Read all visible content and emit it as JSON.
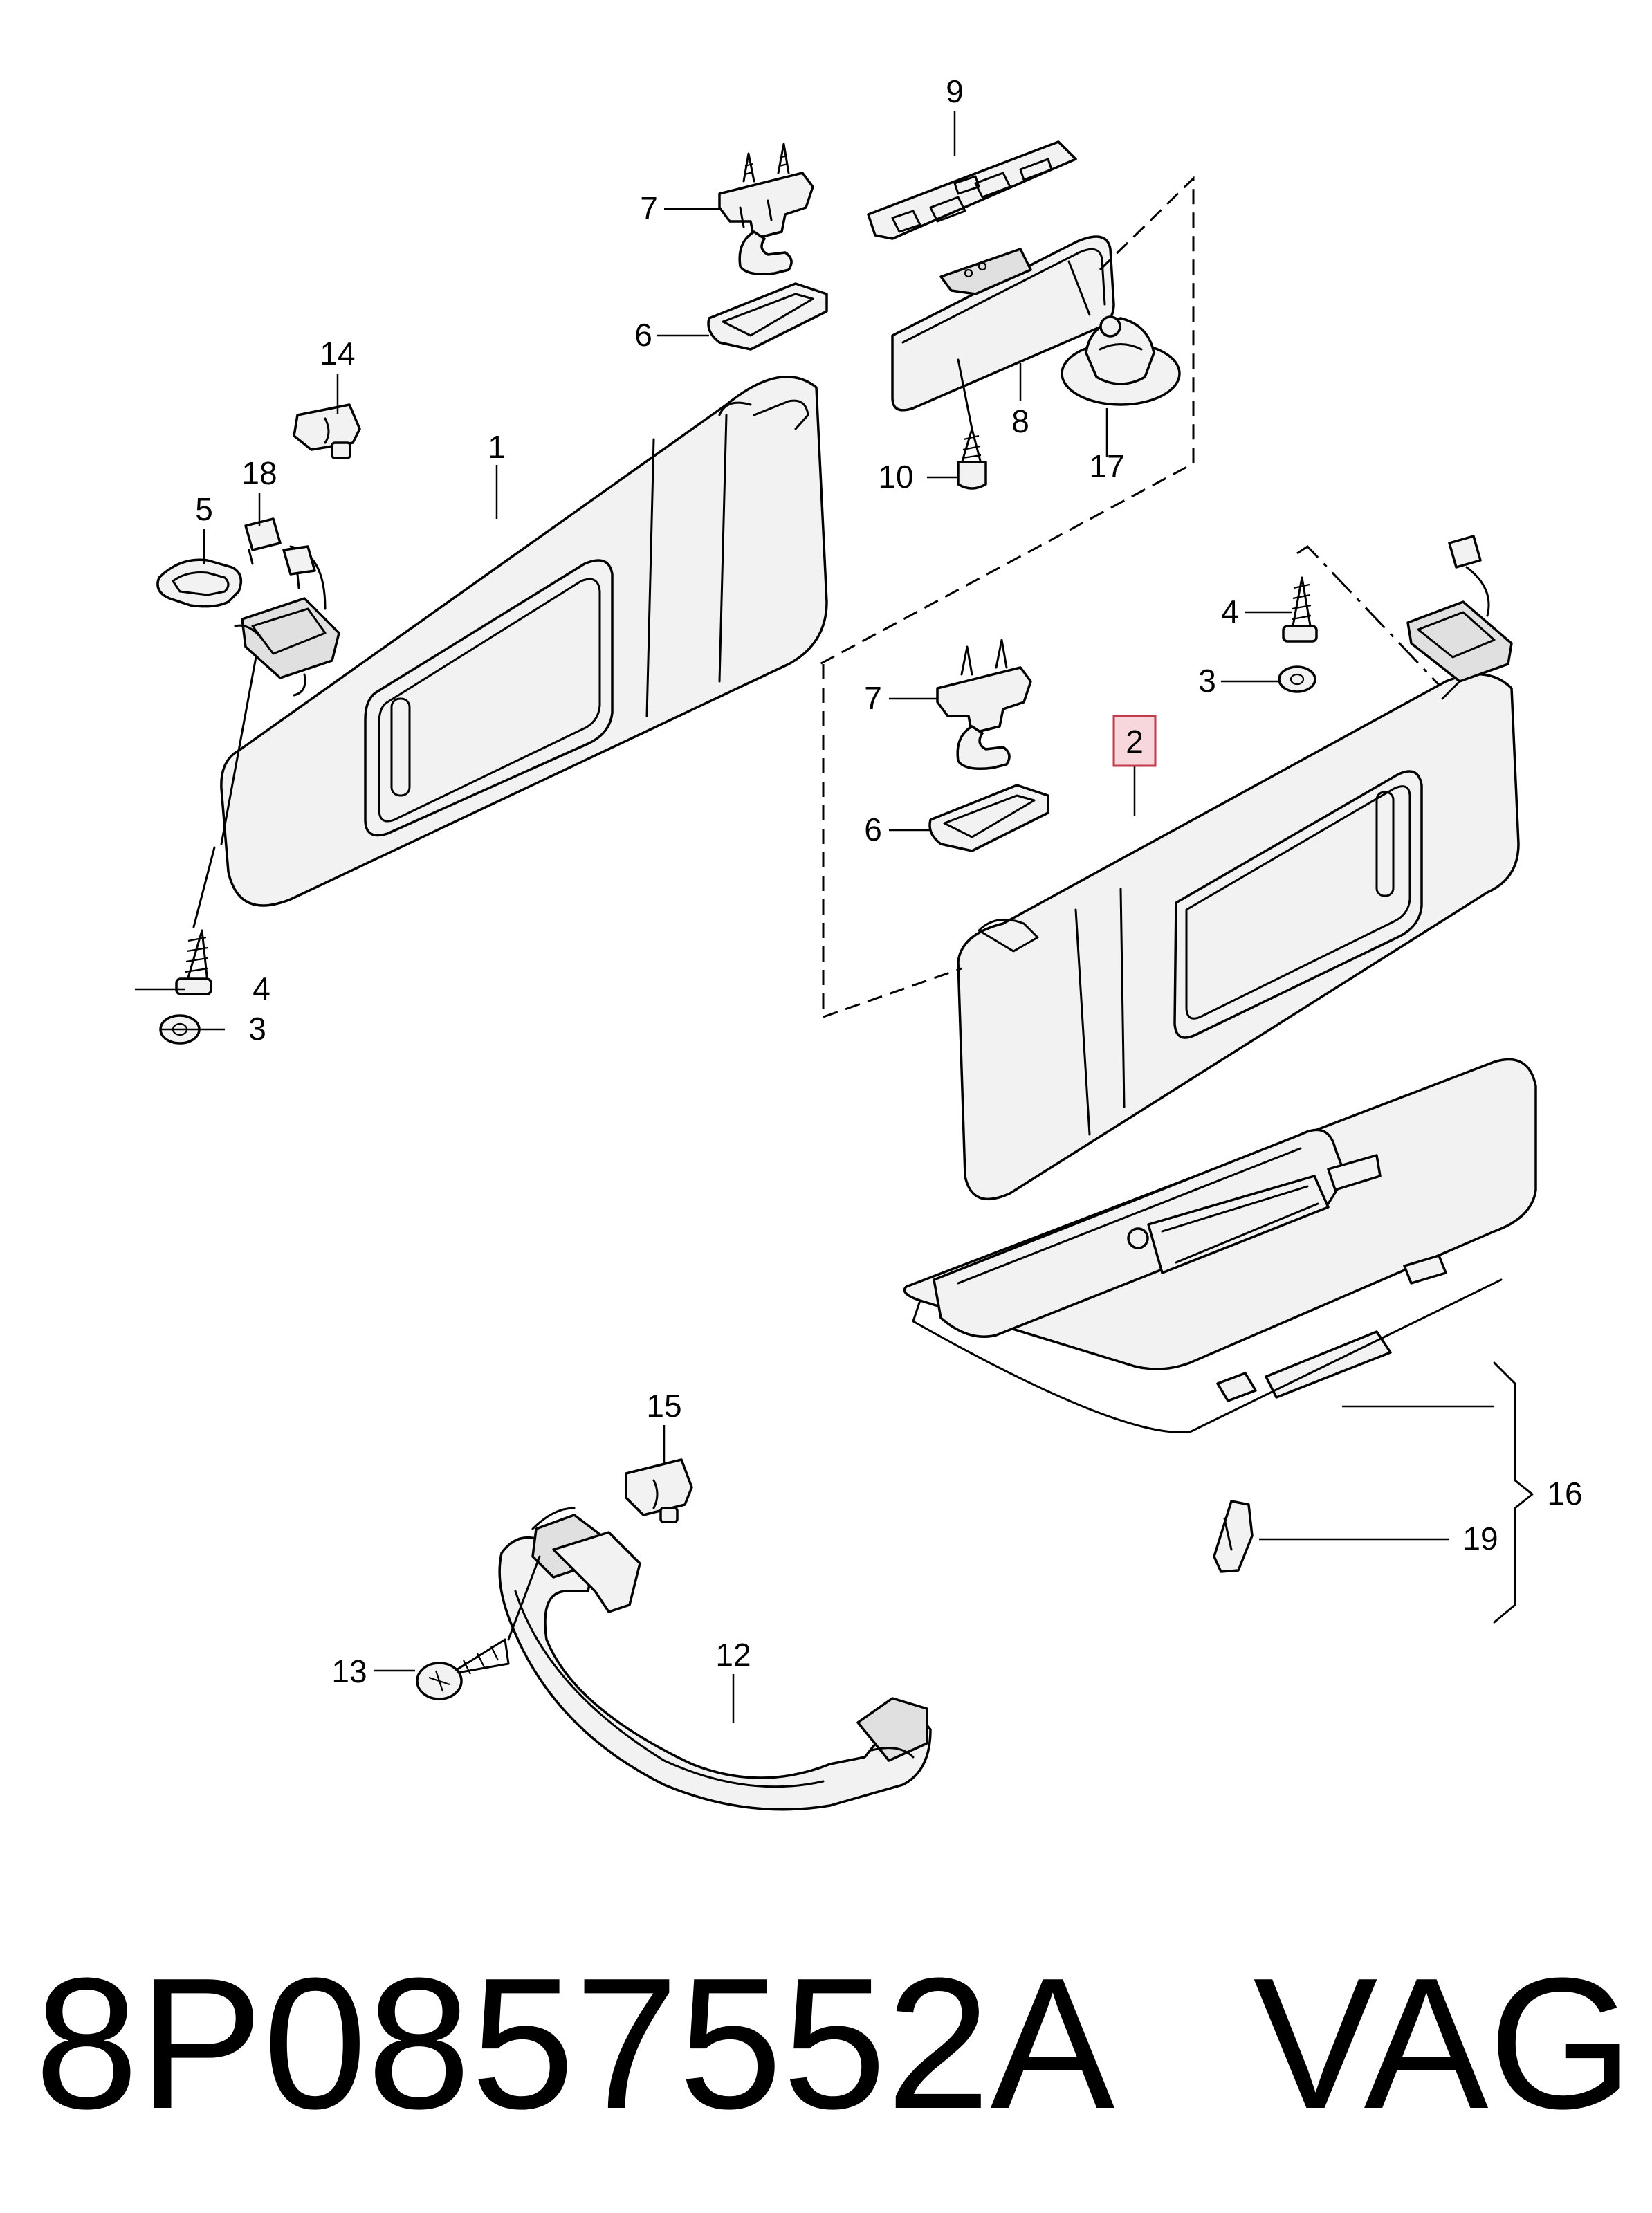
{
  "callouts": {
    "c1": "1",
    "c2": "2",
    "c3a": "3",
    "c3b": "3",
    "c4a": "4",
    "c4b": "4",
    "c5": "5",
    "c6a": "6",
    "c6b": "6",
    "c7a": "7",
    "c7b": "7",
    "c8": "8",
    "c9": "9",
    "c10": "10",
    "c12": "12",
    "c13": "13",
    "c14": "14",
    "c15": "15",
    "c16": "16",
    "c17": "17",
    "c18": "18",
    "c19": "19"
  },
  "highlighted_callout": "2",
  "footer": {
    "part_number": "8P0857552A",
    "brand": "VAG"
  }
}
